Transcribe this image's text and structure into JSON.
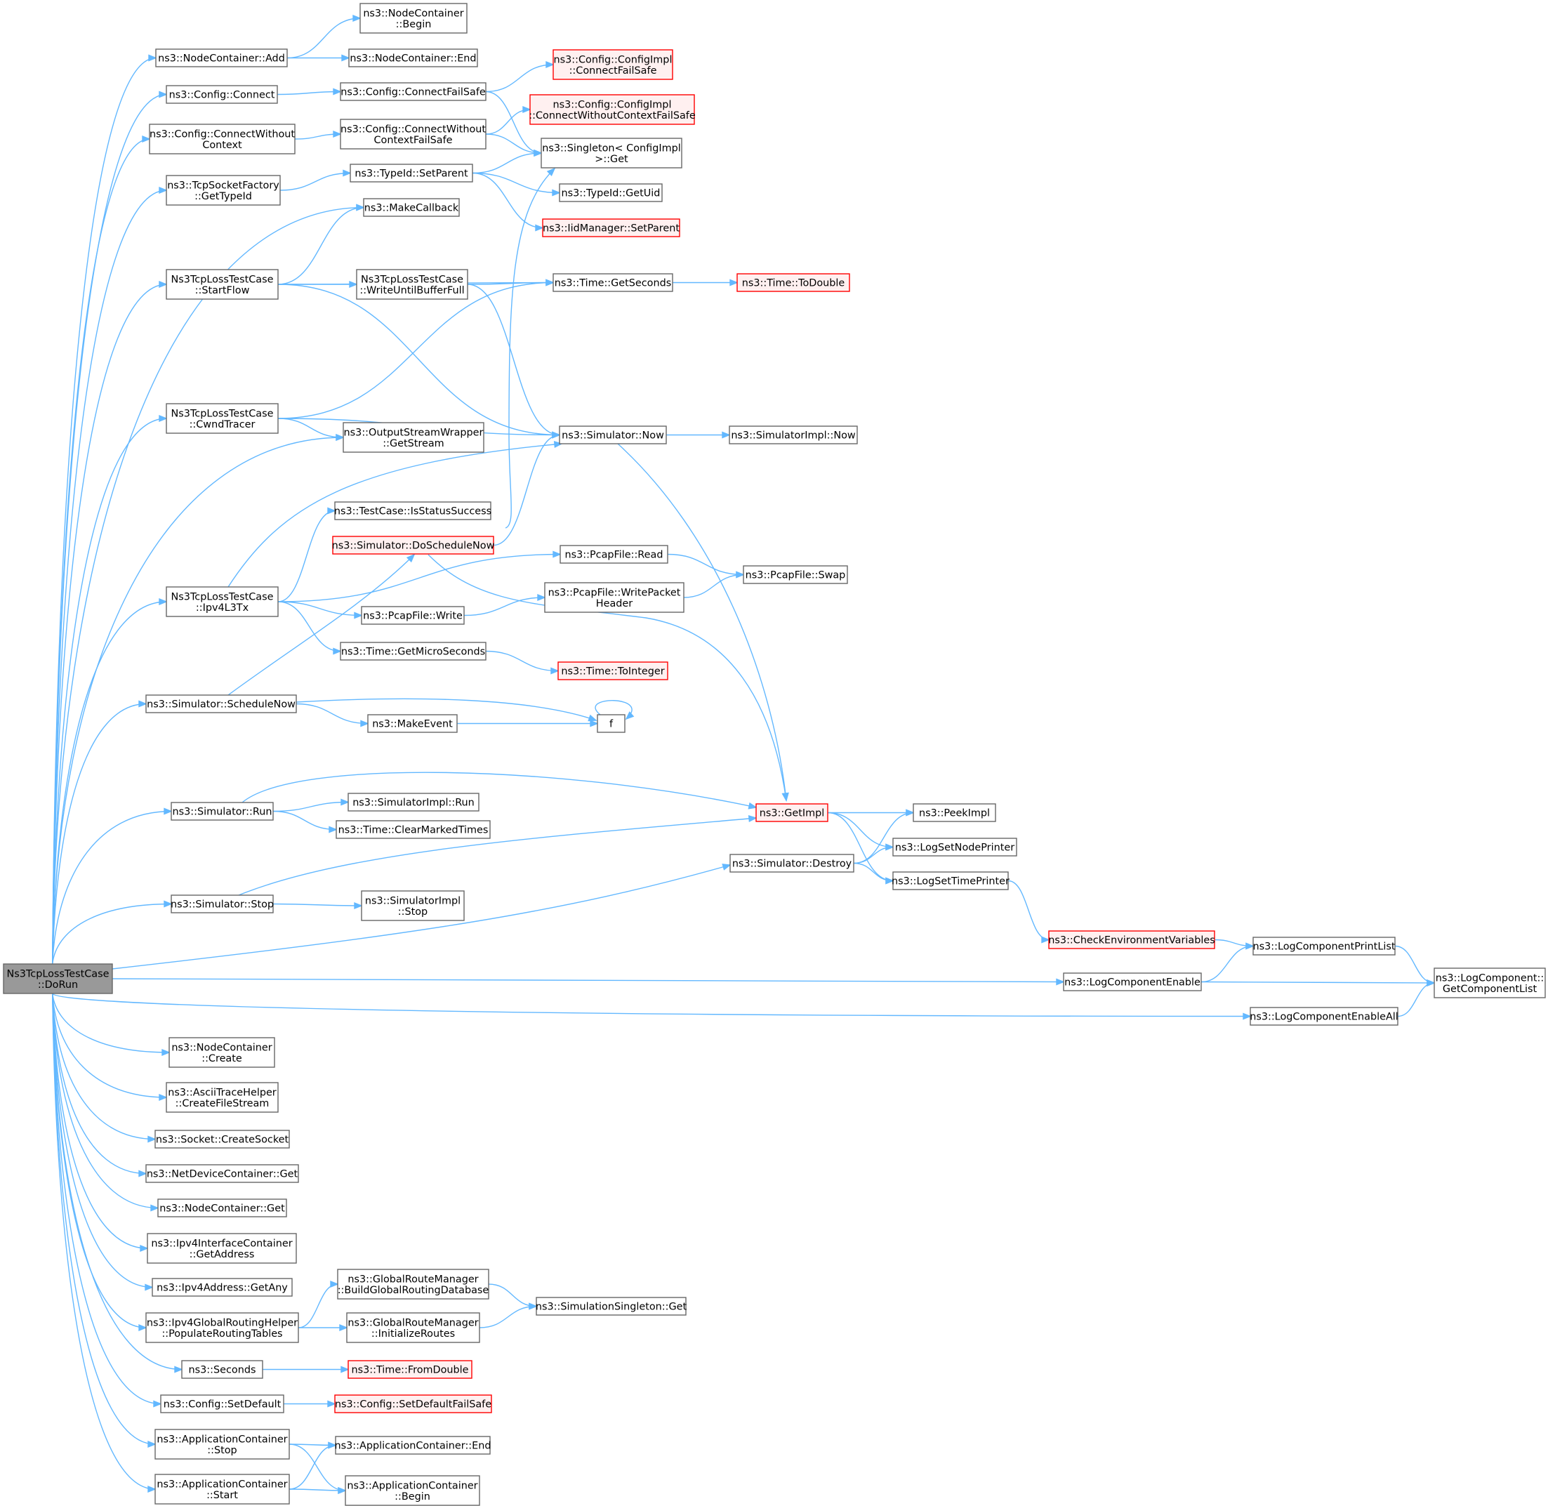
{
  "diagram": {
    "root": "n0",
    "nodes": [
      {
        "id": "n0",
        "lines": [
          "Ns3TcpLossTestCase",
          "::DoRun"
        ],
        "style": "root"
      },
      {
        "id": "n1",
        "lines": [
          "ns3::NodeContainer::Add"
        ]
      },
      {
        "id": "n2",
        "lines": [
          "ns3::NodeContainer",
          "::Begin"
        ]
      },
      {
        "id": "n3",
        "lines": [
          "ns3::NodeContainer::End"
        ]
      },
      {
        "id": "n4",
        "lines": [
          "ns3::Config::Connect"
        ]
      },
      {
        "id": "n5",
        "lines": [
          "ns3::Config::ConnectFailSafe"
        ]
      },
      {
        "id": "n6",
        "lines": [
          "ns3::Config::ConfigImpl",
          "::ConnectFailSafe"
        ],
        "style": "red"
      },
      {
        "id": "n7",
        "lines": [
          "ns3::Config::ConfigImpl",
          "::ConnectWithoutContextFailSafe"
        ],
        "style": "red"
      },
      {
        "id": "n8",
        "lines": [
          "ns3::Singleton< ConfigImpl",
          ">::Get"
        ]
      },
      {
        "id": "n9",
        "lines": [
          "ns3::Config::ConnectWithout",
          "Context"
        ]
      },
      {
        "id": "n10",
        "lines": [
          "ns3::Config::ConnectWithout",
          "ContextFailSafe"
        ]
      },
      {
        "id": "n11",
        "lines": [
          "ns3::TcpSocketFactory",
          "::GetTypeId"
        ]
      },
      {
        "id": "n12",
        "lines": [
          "ns3::TypeId::SetParent"
        ]
      },
      {
        "id": "n13",
        "lines": [
          "ns3::TypeId::GetUid"
        ]
      },
      {
        "id": "n14",
        "lines": [
          "ns3::IidManager::SetParent"
        ],
        "style": "red"
      },
      {
        "id": "n15",
        "lines": [
          "ns3::MakeCallback"
        ]
      },
      {
        "id": "n16",
        "lines": [
          "Ns3TcpLossTestCase",
          "::StartFlow"
        ]
      },
      {
        "id": "n17",
        "lines": [
          "Ns3TcpLossTestCase",
          "::WriteUntilBufferFull"
        ]
      },
      {
        "id": "n18",
        "lines": [
          "ns3::Time::GetSeconds"
        ]
      },
      {
        "id": "n19",
        "lines": [
          "ns3::Time::ToDouble"
        ],
        "style": "red"
      },
      {
        "id": "n20",
        "lines": [
          "ns3::Simulator::Now"
        ]
      },
      {
        "id": "n21",
        "lines": [
          "ns3::SimulatorImpl::Now"
        ]
      },
      {
        "id": "n22",
        "lines": [
          "ns3::GetImpl"
        ],
        "style": "red"
      },
      {
        "id": "n23",
        "lines": [
          "ns3::PeekImpl"
        ]
      },
      {
        "id": "n24",
        "lines": [
          "ns3::LogSetNodePrinter"
        ]
      },
      {
        "id": "n25",
        "lines": [
          "ns3::LogSetTimePrinter"
        ]
      },
      {
        "id": "n26",
        "lines": [
          "ns3::CheckEnvironmentVariables"
        ],
        "style": "red"
      },
      {
        "id": "n27",
        "lines": [
          "ns3::LogComponentPrintList"
        ]
      },
      {
        "id": "n28",
        "lines": [
          "ns3::LogComponent::",
          "GetComponentList"
        ]
      },
      {
        "id": "n29",
        "lines": [
          "Ns3TcpLossTestCase",
          "::CwndTracer"
        ]
      },
      {
        "id": "n30",
        "lines": [
          "ns3::OutputStreamWrapper",
          "::GetStream"
        ]
      },
      {
        "id": "n31",
        "lines": [
          "Ns3TcpLossTestCase",
          "::Ipv4L3Tx"
        ]
      },
      {
        "id": "n32",
        "lines": [
          "ns3::TestCase::IsStatusSuccess"
        ]
      },
      {
        "id": "n33",
        "lines": [
          "ns3::PcapFile::Read"
        ]
      },
      {
        "id": "n34",
        "lines": [
          "ns3::PcapFile::Swap"
        ]
      },
      {
        "id": "n35",
        "lines": [
          "ns3::PcapFile::Write"
        ]
      },
      {
        "id": "n36",
        "lines": [
          "ns3::PcapFile::WritePacket",
          "Header"
        ]
      },
      {
        "id": "n37",
        "lines": [
          "ns3::Time::GetMicroSeconds"
        ]
      },
      {
        "id": "n38",
        "lines": [
          "ns3::Time::ToInteger"
        ],
        "style": "red"
      },
      {
        "id": "n39",
        "lines": [
          "ns3::Simulator::DoScheduleNow"
        ],
        "style": "red"
      },
      {
        "id": "n40",
        "lines": [
          "ns3::Simulator::ScheduleNow"
        ]
      },
      {
        "id": "n41",
        "lines": [
          "ns3::MakeEvent"
        ]
      },
      {
        "id": "n42",
        "lines": [
          "f"
        ]
      },
      {
        "id": "n43",
        "lines": [
          "ns3::Simulator::Run"
        ]
      },
      {
        "id": "n44",
        "lines": [
          "ns3::SimulatorImpl::Run"
        ]
      },
      {
        "id": "n45",
        "lines": [
          "ns3::Time::ClearMarkedTimes"
        ]
      },
      {
        "id": "n46",
        "lines": [
          "ns3::Simulator::Stop"
        ]
      },
      {
        "id": "n47",
        "lines": [
          "ns3::SimulatorImpl",
          "::Stop"
        ]
      },
      {
        "id": "n48",
        "lines": [
          "ns3::Simulator::Destroy"
        ]
      },
      {
        "id": "n49",
        "lines": [
          "ns3::LogComponentEnable"
        ]
      },
      {
        "id": "n50",
        "lines": [
          "ns3::LogComponentEnableAll"
        ]
      },
      {
        "id": "n51",
        "lines": [
          "ns3::NodeContainer",
          "::Create"
        ]
      },
      {
        "id": "n52",
        "lines": [
          "ns3::AsciiTraceHelper",
          "::CreateFileStream"
        ]
      },
      {
        "id": "n53",
        "lines": [
          "ns3::Socket::CreateSocket"
        ]
      },
      {
        "id": "n54",
        "lines": [
          "ns3::NetDeviceContainer::Get"
        ]
      },
      {
        "id": "n55",
        "lines": [
          "ns3::NodeContainer::Get"
        ]
      },
      {
        "id": "n56",
        "lines": [
          "ns3::Ipv4InterfaceContainer",
          "::GetAddress"
        ]
      },
      {
        "id": "n57",
        "lines": [
          "ns3::Ipv4Address::GetAny"
        ]
      },
      {
        "id": "n58",
        "lines": [
          "ns3::Ipv4GlobalRoutingHelper",
          "::PopulateRoutingTables"
        ]
      },
      {
        "id": "n59",
        "lines": [
          "ns3::GlobalRouteManager",
          "::BuildGlobalRoutingDatabase"
        ]
      },
      {
        "id": "n60",
        "lines": [
          "ns3::GlobalRouteManager",
          "::InitializeRoutes"
        ]
      },
      {
        "id": "n61",
        "lines": [
          "ns3::SimulationSingleton::Get"
        ]
      },
      {
        "id": "n62",
        "lines": [
          "ns3::Seconds"
        ]
      },
      {
        "id": "n63",
        "lines": [
          "ns3::Time::FromDouble"
        ],
        "style": "red"
      },
      {
        "id": "n64",
        "lines": [
          "ns3::Config::SetDefault"
        ]
      },
      {
        "id": "n65",
        "lines": [
          "ns3::Config::SetDefaultFailSafe"
        ],
        "style": "red"
      },
      {
        "id": "n66",
        "lines": [
          "ns3::ApplicationContainer",
          "::Stop"
        ]
      },
      {
        "id": "n67",
        "lines": [
          "ns3::ApplicationContainer::End"
        ]
      },
      {
        "id": "n68",
        "lines": [
          "ns3::ApplicationContainer",
          "::Start"
        ]
      },
      {
        "id": "n69",
        "lines": [
          "ns3::ApplicationContainer",
          "::Begin"
        ]
      }
    ],
    "edges": [
      [
        "n0",
        "n1"
      ],
      [
        "n1",
        "n2"
      ],
      [
        "n1",
        "n3"
      ],
      [
        "n0",
        "n4"
      ],
      [
        "n4",
        "n5"
      ],
      [
        "n5",
        "n6"
      ],
      [
        "n5",
        "n8"
      ],
      [
        "n0",
        "n9"
      ],
      [
        "n9",
        "n10"
      ],
      [
        "n10",
        "n7"
      ],
      [
        "n10",
        "n8"
      ],
      [
        "n0",
        "n11"
      ],
      [
        "n11",
        "n12"
      ],
      [
        "n12",
        "n8"
      ],
      [
        "n12",
        "n13"
      ],
      [
        "n12",
        "n14"
      ],
      [
        "n0",
        "n15"
      ],
      [
        "n0",
        "n16"
      ],
      [
        "n16",
        "n15"
      ],
      [
        "n16",
        "n18"
      ],
      [
        "n16",
        "n17"
      ],
      [
        "n16",
        "n20"
      ],
      [
        "n17",
        "n18"
      ],
      [
        "n17",
        "n20"
      ],
      [
        "n18",
        "n19"
      ],
      [
        "n20",
        "n21"
      ],
      [
        "n20",
        "n22"
      ],
      [
        "n0",
        "n29"
      ],
      [
        "n29",
        "n18"
      ],
      [
        "n29",
        "n20"
      ],
      [
        "n29",
        "n30"
      ],
      [
        "n0",
        "n30"
      ],
      [
        "n0",
        "n31"
      ],
      [
        "n31",
        "n20"
      ],
      [
        "n31",
        "n32"
      ],
      [
        "n31",
        "n33"
      ],
      [
        "n31",
        "n35"
      ],
      [
        "n31",
        "n37"
      ],
      [
        "n33",
        "n34"
      ],
      [
        "n35",
        "n36"
      ],
      [
        "n36",
        "n34"
      ],
      [
        "n37",
        "n38"
      ],
      [
        "n39",
        "n8"
      ],
      [
        "n39",
        "n20"
      ],
      [
        "n39",
        "n22"
      ],
      [
        "n0",
        "n40"
      ],
      [
        "n40",
        "n39"
      ],
      [
        "n40",
        "n42"
      ],
      [
        "n40",
        "n41"
      ],
      [
        "n41",
        "n42"
      ],
      [
        "n42",
        "n42"
      ],
      [
        "n0",
        "n43"
      ],
      [
        "n43",
        "n22"
      ],
      [
        "n43",
        "n44"
      ],
      [
        "n43",
        "n45"
      ],
      [
        "n22",
        "n23"
      ],
      [
        "n22",
        "n24"
      ],
      [
        "n22",
        "n25"
      ],
      [
        "n0",
        "n46"
      ],
      [
        "n46",
        "n22"
      ],
      [
        "n46",
        "n47"
      ],
      [
        "n0",
        "n48"
      ],
      [
        "n48",
        "n23"
      ],
      [
        "n48",
        "n24"
      ],
      [
        "n48",
        "n25"
      ],
      [
        "n25",
        "n26"
      ],
      [
        "n26",
        "n27"
      ],
      [
        "n27",
        "n28"
      ],
      [
        "n0",
        "n49"
      ],
      [
        "n49",
        "n27"
      ],
      [
        "n49",
        "n28"
      ],
      [
        "n0",
        "n50"
      ],
      [
        "n50",
        "n28"
      ],
      [
        "n0",
        "n51"
      ],
      [
        "n0",
        "n52"
      ],
      [
        "n0",
        "n53"
      ],
      [
        "n0",
        "n54"
      ],
      [
        "n0",
        "n55"
      ],
      [
        "n0",
        "n56"
      ],
      [
        "n0",
        "n57"
      ],
      [
        "n0",
        "n58"
      ],
      [
        "n58",
        "n59"
      ],
      [
        "n58",
        "n60"
      ],
      [
        "n59",
        "n61"
      ],
      [
        "n60",
        "n61"
      ],
      [
        "n0",
        "n62"
      ],
      [
        "n62",
        "n63"
      ],
      [
        "n0",
        "n64"
      ],
      [
        "n64",
        "n65"
      ],
      [
        "n0",
        "n66"
      ],
      [
        "n66",
        "n67"
      ],
      [
        "n66",
        "n69"
      ],
      [
        "n0",
        "n68"
      ],
      [
        "n68",
        "n67"
      ],
      [
        "n68",
        "n69"
      ]
    ]
  }
}
